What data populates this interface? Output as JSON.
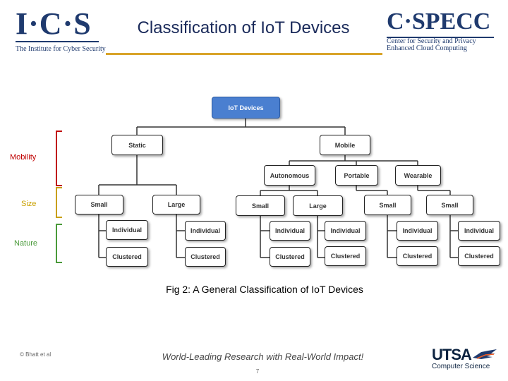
{
  "header": {
    "ics_logo": "I·C·S",
    "ics_subtitle": "The Institute for Cyber Security",
    "title": "Classification of IoT Devices",
    "cspecc_logo": "C·SPECC",
    "cspecc_line1": "Center for Security and Privacy",
    "cspecc_line2": "Enhanced Cloud Computing"
  },
  "diagram": {
    "root": "IoT Devices",
    "mobility": {
      "static": "Static",
      "mobile": "Mobile"
    },
    "mobile_types": {
      "autonomous": "Autonomous",
      "portable": "Portable",
      "wearable": "Wearable"
    },
    "sizes": {
      "small": "Small",
      "large": "Large"
    },
    "nature": {
      "individual": "Individual",
      "clustered": "Clustered"
    },
    "side_labels": {
      "mobility": "Mobility",
      "size": "Size",
      "nature": "Nature"
    },
    "colors": {
      "mobility": "#c00000",
      "size": "#c9a000",
      "nature": "#4a9a3a",
      "root_fill": "#4a7fd0"
    }
  },
  "caption": "Fig 2: A General Classification of IoT Devices",
  "footer": {
    "copyright": "© Bhatt et al",
    "tagline": "World-Leading Research with Real-World Impact!",
    "page": "7",
    "utsa_logo": "UTSA",
    "utsa_sub": "Computer Science"
  }
}
